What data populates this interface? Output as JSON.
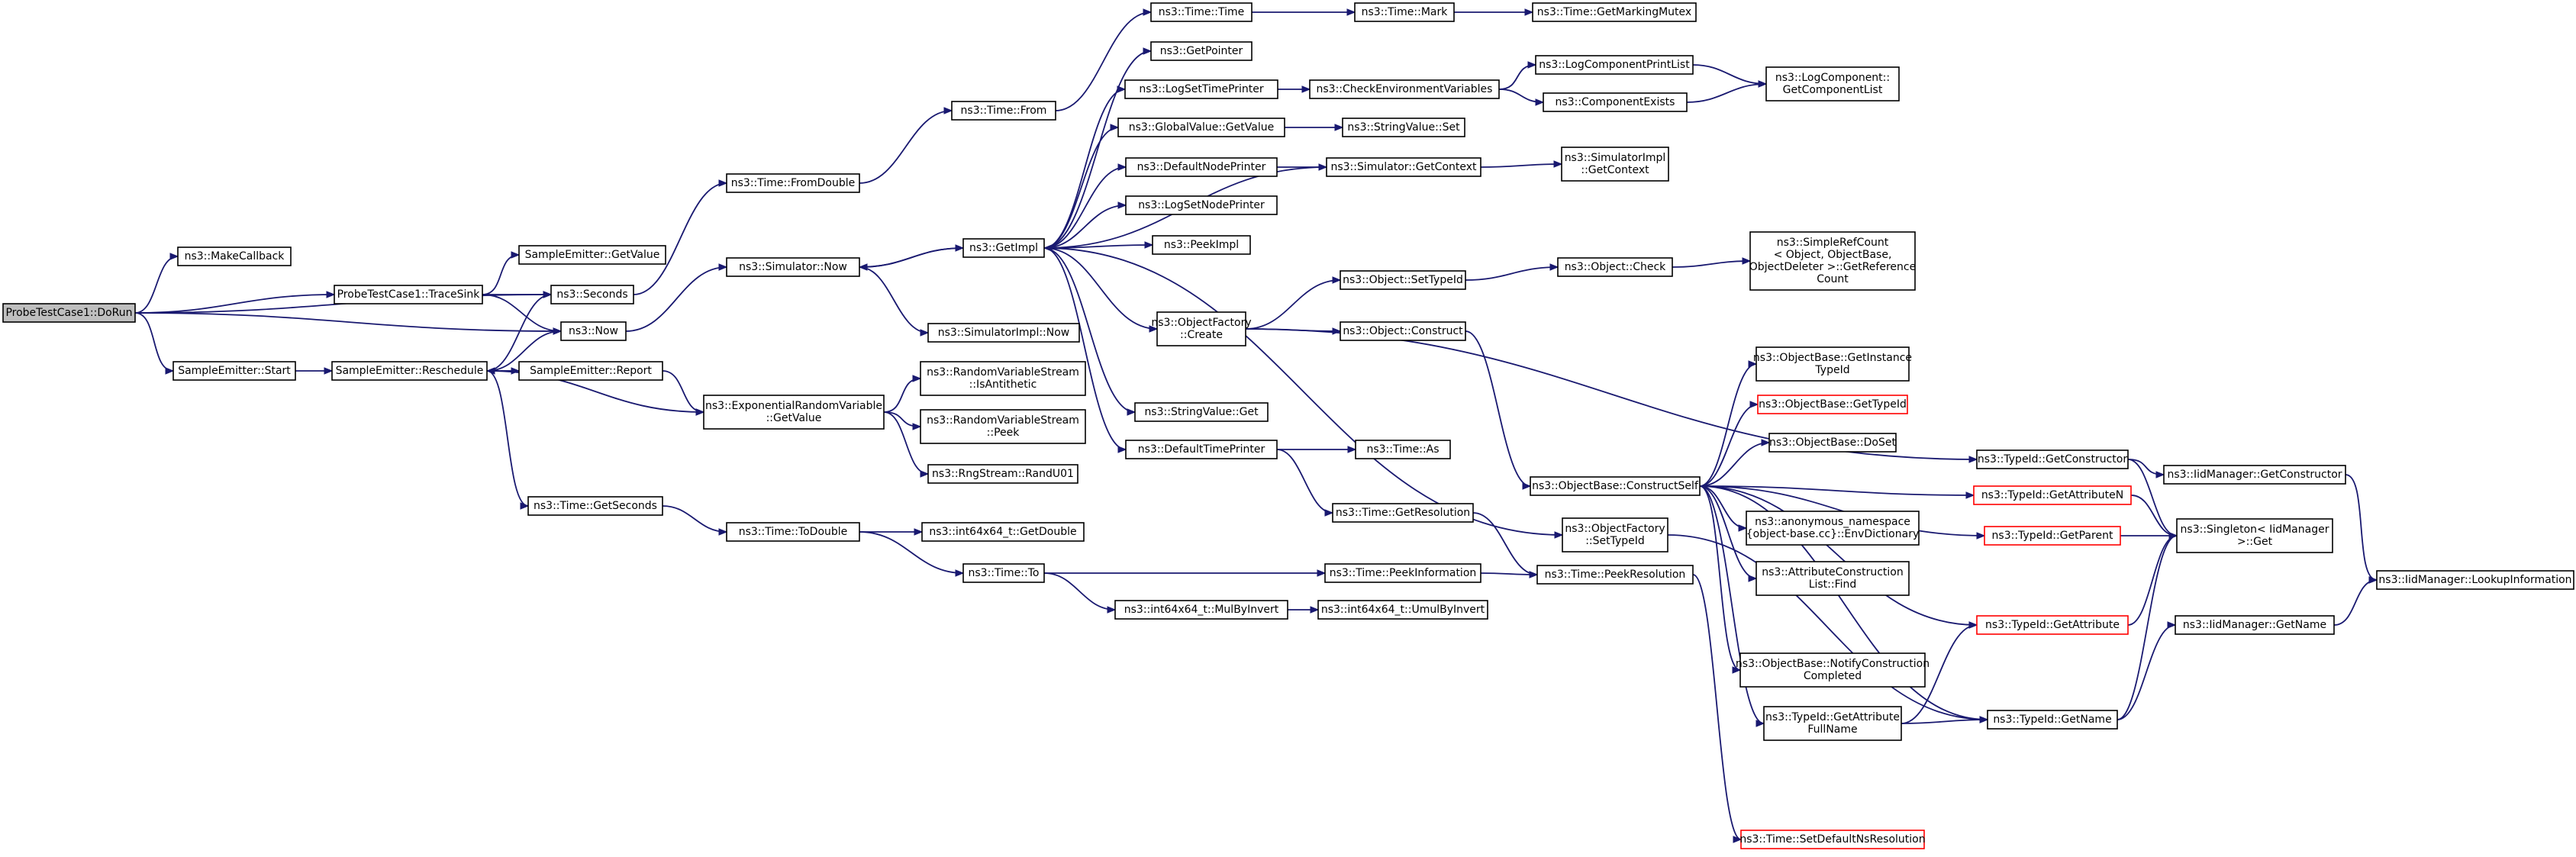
{
  "graph": {
    "edge_color": "#191970",
    "node_border": "#000000",
    "root_fill": "#bfbfbf",
    "missing_doc_border": "#ff0000",
    "nodes": [
      {
        "id": "dorun",
        "lines": [
          "ProbeTestCase1::DoRun"
        ],
        "root": true
      },
      {
        "id": "makecallback",
        "lines": [
          "ns3::MakeCallback"
        ]
      },
      {
        "id": "tracesink",
        "lines": [
          "ProbeTestCase1::TraceSink"
        ]
      },
      {
        "id": "start",
        "lines": [
          "SampleEmitter::Start"
        ]
      },
      {
        "id": "getvalue_se",
        "lines": [
          "SampleEmitter::GetValue"
        ]
      },
      {
        "id": "seconds",
        "lines": [
          "ns3::Seconds"
        ]
      },
      {
        "id": "now",
        "lines": [
          "ns3::Now"
        ]
      },
      {
        "id": "reschedule",
        "lines": [
          "SampleEmitter::Reschedule"
        ]
      },
      {
        "id": "report",
        "lines": [
          "SampleEmitter::Report"
        ]
      },
      {
        "id": "getseconds",
        "lines": [
          "ns3::Time::GetSeconds"
        ]
      },
      {
        "id": "fromdouble",
        "lines": [
          "ns3::Time::FromDouble"
        ]
      },
      {
        "id": "sim_now",
        "lines": [
          "ns3::Simulator::Now"
        ]
      },
      {
        "id": "exprv_getvalue",
        "lines": [
          "ns3::ExponentialRandomVariable",
          "::GetValue"
        ]
      },
      {
        "id": "todouble",
        "lines": [
          "ns3::Time::ToDouble"
        ]
      },
      {
        "id": "time_from",
        "lines": [
          "ns3::Time::From"
        ]
      },
      {
        "id": "getimpl",
        "lines": [
          "ns3::GetImpl"
        ]
      },
      {
        "id": "simimpl_now",
        "lines": [
          "ns3::SimulatorImpl::Now"
        ]
      },
      {
        "id": "isantithetic",
        "lines": [
          "ns3::RandomVariableStream",
          "::IsAntithetic"
        ]
      },
      {
        "id": "peek",
        "lines": [
          "ns3::RandomVariableStream",
          "::Peek"
        ]
      },
      {
        "id": "randu01",
        "lines": [
          "ns3::RngStream::RandU01"
        ]
      },
      {
        "id": "int64_getdouble",
        "lines": [
          "ns3::int64x64_t::GetDouble"
        ]
      },
      {
        "id": "time_to",
        "lines": [
          "ns3::Time::To"
        ]
      },
      {
        "id": "mulbyinvert",
        "lines": [
          "ns3::int64x64_t::MulByInvert"
        ]
      },
      {
        "id": "time_time",
        "lines": [
          "ns3::Time::Time"
        ]
      },
      {
        "id": "getpointer",
        "lines": [
          "ns3::GetPointer"
        ]
      },
      {
        "id": "logsettimeprinter",
        "lines": [
          "ns3::LogSetTimePrinter"
        ]
      },
      {
        "id": "globalvalue_getvalue",
        "lines": [
          "ns3::GlobalValue::GetValue"
        ]
      },
      {
        "id": "defaultnodeprinter",
        "lines": [
          "ns3::DefaultNodePrinter"
        ]
      },
      {
        "id": "logsetnodeprinter",
        "lines": [
          "ns3::LogSetNodePrinter"
        ]
      },
      {
        "id": "peekimpl",
        "lines": [
          "ns3::PeekImpl"
        ]
      },
      {
        "id": "objfactory_create",
        "lines": [
          "ns3::ObjectFactory",
          "::Create"
        ]
      },
      {
        "id": "stringvalue_get",
        "lines": [
          "ns3::StringValue::Get"
        ]
      },
      {
        "id": "defaulttimeprinter",
        "lines": [
          "ns3::DefaultTimePrinter"
        ]
      },
      {
        "id": "time_mark",
        "lines": [
          "ns3::Time::Mark"
        ]
      },
      {
        "id": "checkenv",
        "lines": [
          "ns3::CheckEnvironmentVariables"
        ]
      },
      {
        "id": "stringvalue_set",
        "lines": [
          "ns3::StringValue::Set"
        ]
      },
      {
        "id": "sim_getcontext",
        "lines": [
          "ns3::Simulator::GetContext"
        ]
      },
      {
        "id": "obj_settypeid",
        "lines": [
          "ns3::Object::SetTypeId"
        ]
      },
      {
        "id": "obj_construct",
        "lines": [
          "ns3::Object::Construct"
        ]
      },
      {
        "id": "time_as",
        "lines": [
          "ns3::Time::As"
        ]
      },
      {
        "id": "getresolution",
        "lines": [
          "ns3::Time::GetResolution"
        ]
      },
      {
        "id": "peekinformation",
        "lines": [
          "ns3::Time::PeekInformation"
        ]
      },
      {
        "id": "umulbyinvert",
        "lines": [
          "ns3::int64x64_t::UmulByInvert"
        ]
      },
      {
        "id": "getmarkingmutex",
        "lines": [
          "ns3::Time::GetMarkingMutex"
        ]
      },
      {
        "id": "logcomponentprintlist",
        "lines": [
          "ns3::LogComponentPrintList"
        ]
      },
      {
        "id": "componentexists",
        "lines": [
          "ns3::ComponentExists"
        ]
      },
      {
        "id": "simimpl_getcontext",
        "lines": [
          "ns3::SimulatorImpl",
          "::GetContext"
        ]
      },
      {
        "id": "obj_check",
        "lines": [
          "ns3::Object::Check"
        ]
      },
      {
        "id": "constructself",
        "lines": [
          "ns3::ObjectBase::ConstructSelf"
        ]
      },
      {
        "id": "objfactory_settypeid",
        "lines": [
          "ns3::ObjectFactory",
          "::SetTypeId"
        ]
      },
      {
        "id": "peekresolution",
        "lines": [
          "ns3::Time::PeekResolution"
        ]
      },
      {
        "id": "getcomponentlist",
        "lines": [
          "ns3::LogComponent::",
          "GetComponentList"
        ]
      },
      {
        "id": "simplerefcount",
        "lines": [
          "ns3::SimpleRefCount",
          "< Object, ObjectBase,",
          "ObjectDeleter >::GetReference",
          "Count"
        ]
      },
      {
        "id": "getinstancetypeid",
        "lines": [
          "ns3::ObjectBase::GetInstance",
          "TypeId"
        ]
      },
      {
        "id": "ob_gettypeid",
        "lines": [
          "ns3::ObjectBase::GetTypeId"
        ],
        "red": true
      },
      {
        "id": "doset",
        "lines": [
          "ns3::ObjectBase::DoSet"
        ]
      },
      {
        "id": "envdictionary",
        "lines": [
          "ns3::anonymous_namespace",
          "{object-base.cc}::EnvDictionary"
        ]
      },
      {
        "id": "attrconstruction",
        "lines": [
          "ns3::AttributeConstruction",
          "List::Find"
        ]
      },
      {
        "id": "notifyconstruction",
        "lines": [
          "ns3::ObjectBase::NotifyConstruction",
          "Completed"
        ]
      },
      {
        "id": "getattributefullname",
        "lines": [
          "ns3::TypeId::GetAttribute",
          "FullName"
        ]
      },
      {
        "id": "setdefaultnsresolution",
        "lines": [
          "ns3::Time::SetDefaultNsResolution"
        ],
        "red": true
      },
      {
        "id": "typeid_getconstructor",
        "lines": [
          "ns3::TypeId::GetConstructor"
        ]
      },
      {
        "id": "typeid_getattributen",
        "lines": [
          "ns3::TypeId::GetAttributeN"
        ],
        "red": true
      },
      {
        "id": "typeid_getparent",
        "lines": [
          "ns3::TypeId::GetParent"
        ],
        "red": true
      },
      {
        "id": "typeid_getattribute",
        "lines": [
          "ns3::TypeId::GetAttribute"
        ],
        "red": true
      },
      {
        "id": "typeid_getname",
        "lines": [
          "ns3::TypeId::GetName"
        ]
      },
      {
        "id": "iid_getconstructor",
        "lines": [
          "ns3::IidManager::GetConstructor"
        ]
      },
      {
        "id": "singleton_get",
        "lines": [
          "ns3::Singleton< IidManager",
          ">::Get"
        ]
      },
      {
        "id": "iid_getname",
        "lines": [
          "ns3::IidManager::GetName"
        ]
      },
      {
        "id": "lookupinformation",
        "lines": [
          "ns3::IidManager::LookupInformation"
        ]
      }
    ],
    "edges": [
      [
        "dorun",
        "makecallback"
      ],
      [
        "dorun",
        "tracesink"
      ],
      [
        "dorun",
        "start"
      ],
      [
        "dorun",
        "seconds"
      ],
      [
        "dorun",
        "now"
      ],
      [
        "tracesink",
        "getvalue_se"
      ],
      [
        "tracesink",
        "seconds"
      ],
      [
        "tracesink",
        "now"
      ],
      [
        "start",
        "reschedule"
      ],
      [
        "reschedule",
        "seconds"
      ],
      [
        "reschedule",
        "now"
      ],
      [
        "reschedule",
        "report"
      ],
      [
        "reschedule",
        "exprv_getvalue"
      ],
      [
        "reschedule",
        "getseconds"
      ],
      [
        "report",
        "reschedule"
      ],
      [
        "report",
        "exprv_getvalue"
      ],
      [
        "seconds",
        "fromdouble"
      ],
      [
        "fromdouble",
        "time_from"
      ],
      [
        "time_from",
        "time_time"
      ],
      [
        "time_time",
        "time_mark"
      ],
      [
        "time_mark",
        "getmarkingmutex"
      ],
      [
        "now",
        "sim_now"
      ],
      [
        "sim_now",
        "getimpl"
      ],
      [
        "sim_now",
        "simimpl_now"
      ],
      [
        "getimpl",
        "getpointer"
      ],
      [
        "getimpl",
        "logsettimeprinter"
      ],
      [
        "getimpl",
        "globalvalue_getvalue"
      ],
      [
        "getimpl",
        "defaultnodeprinter"
      ],
      [
        "getimpl",
        "logsetnodeprinter"
      ],
      [
        "getimpl",
        "peekimpl"
      ],
      [
        "getimpl",
        "objfactory_create"
      ],
      [
        "getimpl",
        "stringvalue_get"
      ],
      [
        "getimpl",
        "defaulttimeprinter"
      ],
      [
        "getimpl",
        "objfactory_settypeid"
      ],
      [
        "getimpl",
        "sim_now"
      ],
      [
        "exprv_getvalue",
        "isantithetic"
      ],
      [
        "exprv_getvalue",
        "peek"
      ],
      [
        "exprv_getvalue",
        "randu01"
      ],
      [
        "getseconds",
        "todouble"
      ],
      [
        "todouble",
        "int64_getdouble"
      ],
      [
        "todouble",
        "time_to"
      ],
      [
        "time_to",
        "peekinformation"
      ],
      [
        "time_to",
        "mulbyinvert"
      ],
      [
        "mulbyinvert",
        "umulbyinvert"
      ],
      [
        "logsettimeprinter",
        "checkenv"
      ],
      [
        "checkenv",
        "logcomponentprintlist"
      ],
      [
        "checkenv",
        "componentexists"
      ],
      [
        "logcomponentprintlist",
        "getcomponentlist"
      ],
      [
        "componentexists",
        "getcomponentlist"
      ],
      [
        "globalvalue_getvalue",
        "stringvalue_set"
      ],
      [
        "defaultnodeprinter",
        "sim_getcontext"
      ],
      [
        "sim_getcontext",
        "simimpl_getcontext"
      ],
      [
        "sim_getcontext",
        "getimpl"
      ],
      [
        "objfactory_create",
        "obj_settypeid"
      ],
      [
        "objfactory_create",
        "obj_construct"
      ],
      [
        "objfactory_create",
        "typeid_getconstructor"
      ],
      [
        "obj_settypeid",
        "obj_check"
      ],
      [
        "obj_check",
        "simplerefcount"
      ],
      [
        "obj_construct",
        "constructself"
      ],
      [
        "defaulttimeprinter",
        "time_as"
      ],
      [
        "defaulttimeprinter",
        "getresolution"
      ],
      [
        "getresolution",
        "peekresolution"
      ],
      [
        "peekinformation",
        "peekresolution"
      ],
      [
        "peekresolution",
        "setdefaultnsresolution"
      ],
      [
        "constructself",
        "getinstancetypeid"
      ],
      [
        "constructself",
        "ob_gettypeid"
      ],
      [
        "constructself",
        "doset"
      ],
      [
        "constructself",
        "envdictionary"
      ],
      [
        "constructself",
        "attrconstruction"
      ],
      [
        "constructself",
        "notifyconstruction"
      ],
      [
        "constructself",
        "getattributefullname"
      ],
      [
        "constructself",
        "typeid_getattributen"
      ],
      [
        "constructself",
        "typeid_getparent"
      ],
      [
        "constructself",
        "typeid_getattribute"
      ],
      [
        "constructself",
        "typeid_getname"
      ],
      [
        "objfactory_settypeid",
        "typeid_getname"
      ],
      [
        "getattributefullname",
        "typeid_getattribute"
      ],
      [
        "getattributefullname",
        "typeid_getname"
      ],
      [
        "typeid_getconstructor",
        "iid_getconstructor"
      ],
      [
        "typeid_getconstructor",
        "singleton_get"
      ],
      [
        "typeid_getattributen",
        "singleton_get"
      ],
      [
        "typeid_getparent",
        "singleton_get"
      ],
      [
        "typeid_getattribute",
        "singleton_get"
      ],
      [
        "typeid_getname",
        "singleton_get"
      ],
      [
        "typeid_getname",
        "iid_getname"
      ],
      [
        "iid_getconstructor",
        "lookupinformation"
      ],
      [
        "iid_getname",
        "lookupinformation"
      ]
    ]
  }
}
